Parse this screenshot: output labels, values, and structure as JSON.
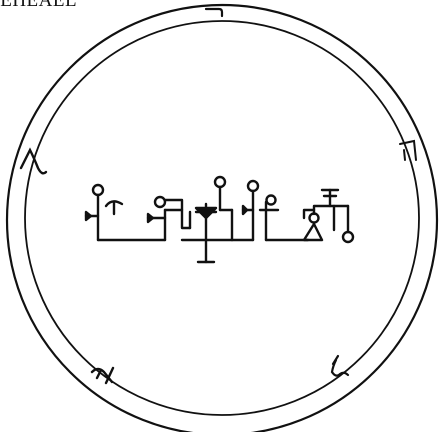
{
  "seal": {
    "title": "KEHEAEL",
    "ink_color": "#111111",
    "paper_color": "#ffffff"
  },
  "border_letters": {
    "top": "ר",
    "right": "ה",
    "bottom_right": "ל",
    "bottom_left": "א",
    "left": "ע"
  },
  "sigil": {
    "description_icon": "sigil-glyph"
  }
}
